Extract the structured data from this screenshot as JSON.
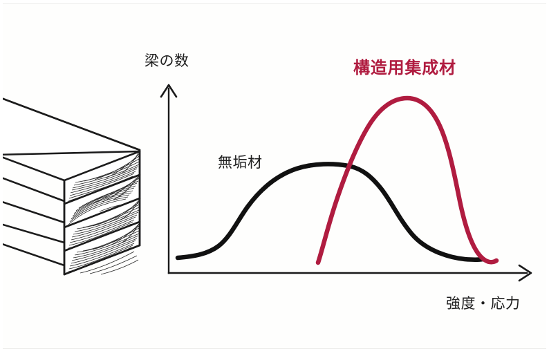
{
  "figure": {
    "title_glulam": "構造用集成材",
    "label_solid": "無垢材",
    "axis_y_label": "梁の数",
    "axis_x_label": "強度・応力",
    "colors": {
      "glulam": "#b01c40",
      "solid": "#111111",
      "axis": "#1a1a1a",
      "background": "#fefefd"
    },
    "illustration_name": "glued-laminated-timber-beam",
    "lamination_count": 4
  },
  "chart_data": {
    "type": "line",
    "title": "構造用集成材",
    "xlabel": "強度・応力",
    "ylabel": "梁の数",
    "grid": false,
    "legend": "inline-labels",
    "axis_arrows": true,
    "x": [
      0,
      0.1,
      0.2,
      0.3,
      0.4,
      0.5,
      0.6,
      0.7,
      0.8,
      0.9,
      1.0
    ],
    "series": [
      {
        "name": "無垢材",
        "color": "#111111",
        "label_position": {
          "x": 0.17,
          "y": 0.62
        },
        "description": "broad low flat distribution, wide spread, lower mean strength",
        "values": [
          0.05,
          0.07,
          0.14,
          0.32,
          0.52,
          0.62,
          0.61,
          0.5,
          0.33,
          0.16,
          0.06
        ]
      },
      {
        "name": "構造用集成材",
        "color": "#b01c40",
        "label_position": {
          "x": 0.68,
          "y": 1.02
        },
        "description": "narrow tall peaked distribution, small spread, higher mean strength",
        "values": [
          null,
          null,
          null,
          null,
          0.04,
          0.45,
          0.88,
          0.98,
          0.8,
          0.35,
          0.05
        ]
      }
    ],
    "annotations": [
      "無垢材 (solid wood) has a wide, flat strength distribution",
      "構造用集成材 (structural glulam) has a narrow, high strength distribution"
    ]
  }
}
